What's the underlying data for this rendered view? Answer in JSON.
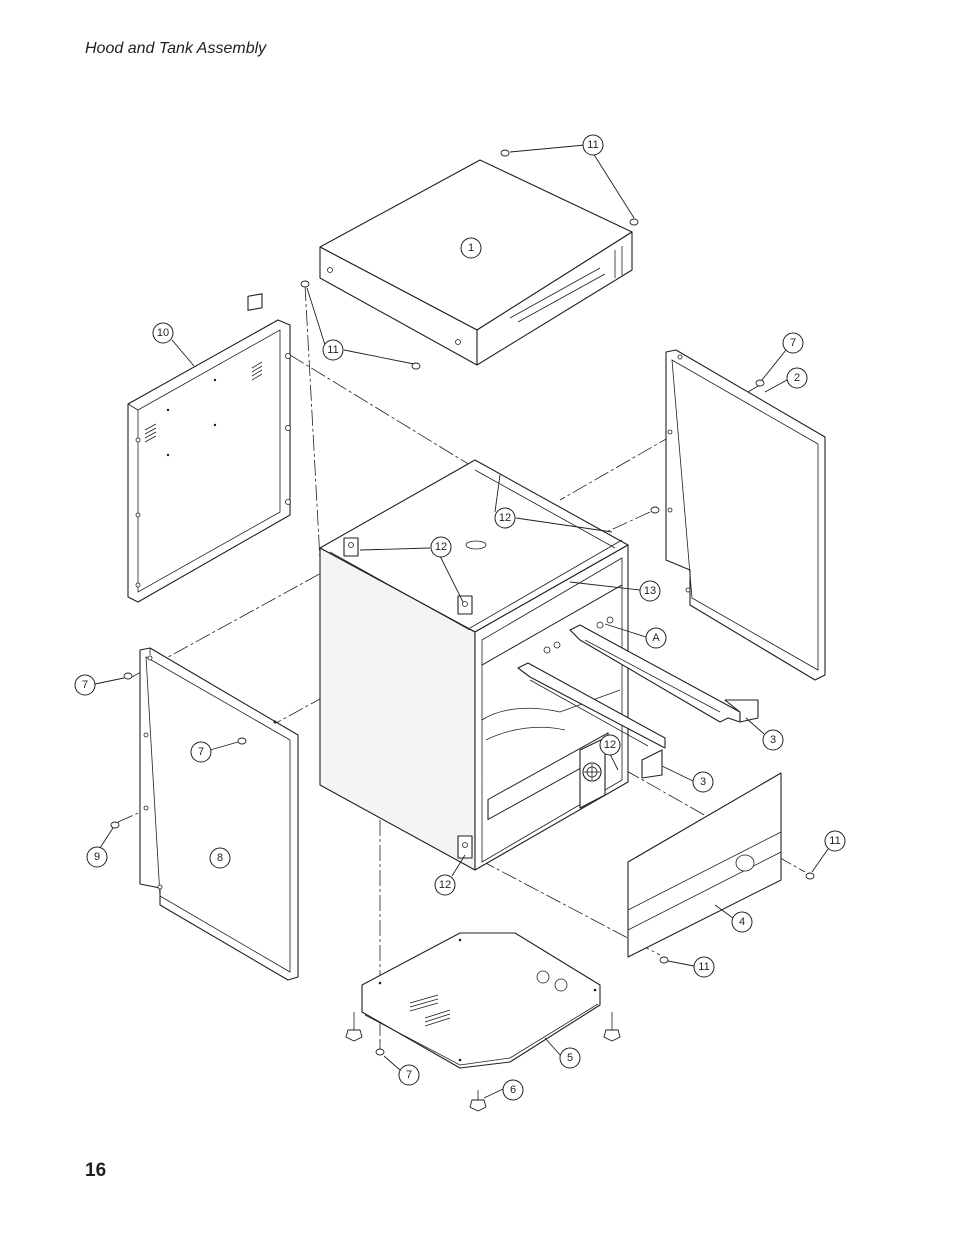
{
  "page": {
    "title": "Hood and Tank Assembly",
    "number": "16"
  },
  "callouts": [
    {
      "id": "c11a",
      "label": "11"
    },
    {
      "id": "c1",
      "label": "1"
    },
    {
      "id": "c11b",
      "label": "11"
    },
    {
      "id": "c10",
      "label": "10"
    },
    {
      "id": "c7a",
      "label": "7"
    },
    {
      "id": "c2",
      "label": "2"
    },
    {
      "id": "c12a",
      "label": "12"
    },
    {
      "id": "c12b",
      "label": "12"
    },
    {
      "id": "c13",
      "label": "13"
    },
    {
      "id": "cA",
      "label": "A"
    },
    {
      "id": "c7b",
      "label": "7"
    },
    {
      "id": "c7c",
      "label": "7"
    },
    {
      "id": "c3a",
      "label": "3"
    },
    {
      "id": "c12c",
      "label": "12"
    },
    {
      "id": "c3b",
      "label": "3"
    },
    {
      "id": "c9",
      "label": "9"
    },
    {
      "id": "c8",
      "label": "8"
    },
    {
      "id": "c11c",
      "label": "11"
    },
    {
      "id": "c12d",
      "label": "12"
    },
    {
      "id": "c4",
      "label": "4"
    },
    {
      "id": "c11d",
      "label": "11"
    },
    {
      "id": "c5",
      "label": "5"
    },
    {
      "id": "c7d",
      "label": "7"
    },
    {
      "id": "c6",
      "label": "6"
    }
  ]
}
